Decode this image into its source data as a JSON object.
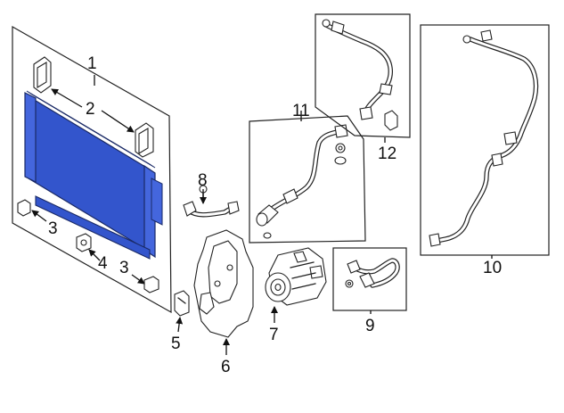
{
  "callouts": {
    "c1": "1",
    "c2": "2",
    "c3a": "3",
    "c3b": "3",
    "c4": "4",
    "c5": "5",
    "c6": "6",
    "c7": "7",
    "c8": "8",
    "c9": "9",
    "c10": "10",
    "c11": "11",
    "c12": "12"
  },
  "colors": {
    "condenser_core": "#3355cc",
    "condenser_tank": "#4466dd",
    "line": "#222222"
  }
}
